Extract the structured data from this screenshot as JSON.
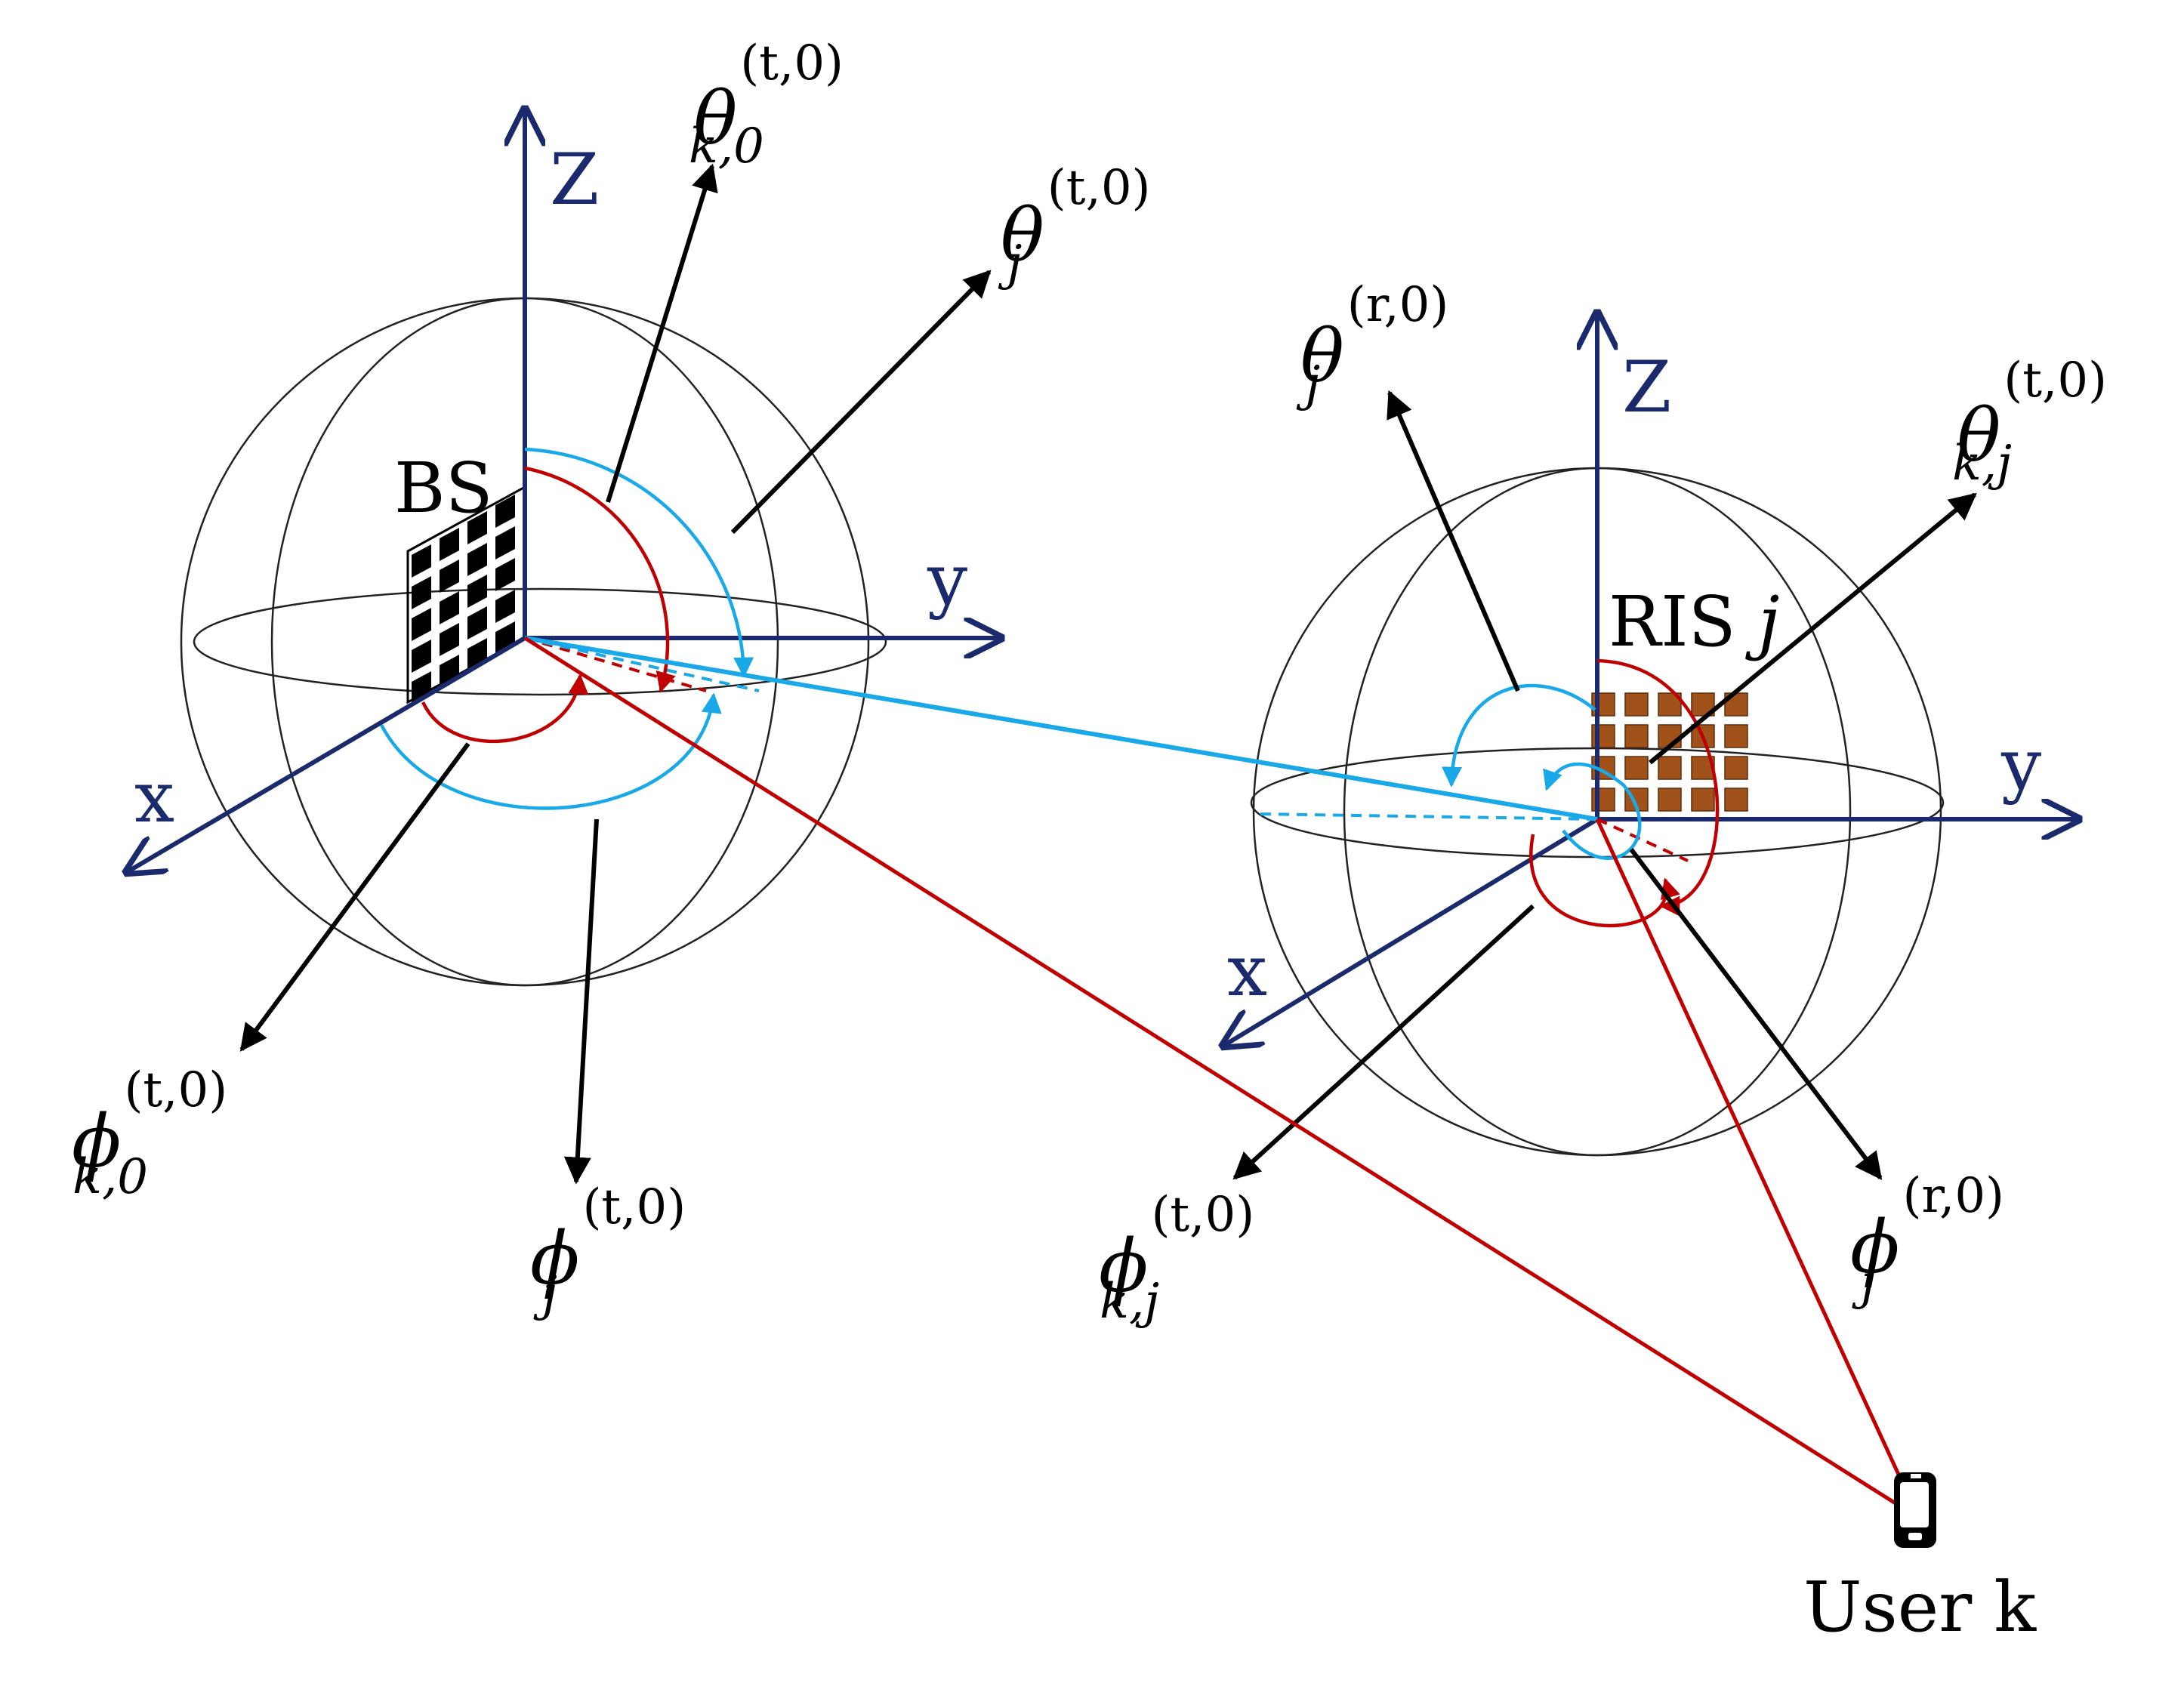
{
  "colors": {
    "axis": "#1a2a6c",
    "arrow": "#000000",
    "red": "#c00000",
    "blue": "#19a8e8",
    "ris_tile": "#a0521a",
    "bs_tile": "#000000"
  },
  "bs": {
    "name": "BS",
    "axes": {
      "z": "Z",
      "y": "y",
      "x": "x"
    },
    "angles": [
      {
        "symbol": "θ",
        "sub": "k,0",
        "sup": "(t,0)"
      },
      {
        "symbol": "θ",
        "sub": "j",
        "sup": "(t,0)"
      },
      {
        "symbol": "ϕ",
        "sub": "k,0",
        "sup": "(t,0)"
      },
      {
        "symbol": "ϕ",
        "sub": "j",
        "sup": "(t,0)"
      }
    ]
  },
  "ris": {
    "name": "RIS",
    "index": "j",
    "axes": {
      "z": "Z",
      "y": "y",
      "x": "x"
    },
    "angles": [
      {
        "symbol": "θ",
        "sub": "j",
        "sup": "(r,0)"
      },
      {
        "symbol": "θ",
        "sub": "k,j",
        "sup": "(t,0)"
      },
      {
        "symbol": "ϕ",
        "sub": "k,j",
        "sup": "(t,0)"
      },
      {
        "symbol": "ϕ",
        "sub": "j",
        "sup": "(r,0)"
      }
    ]
  },
  "user": {
    "label": "User k",
    "icon": "mobile-phone-icon"
  }
}
